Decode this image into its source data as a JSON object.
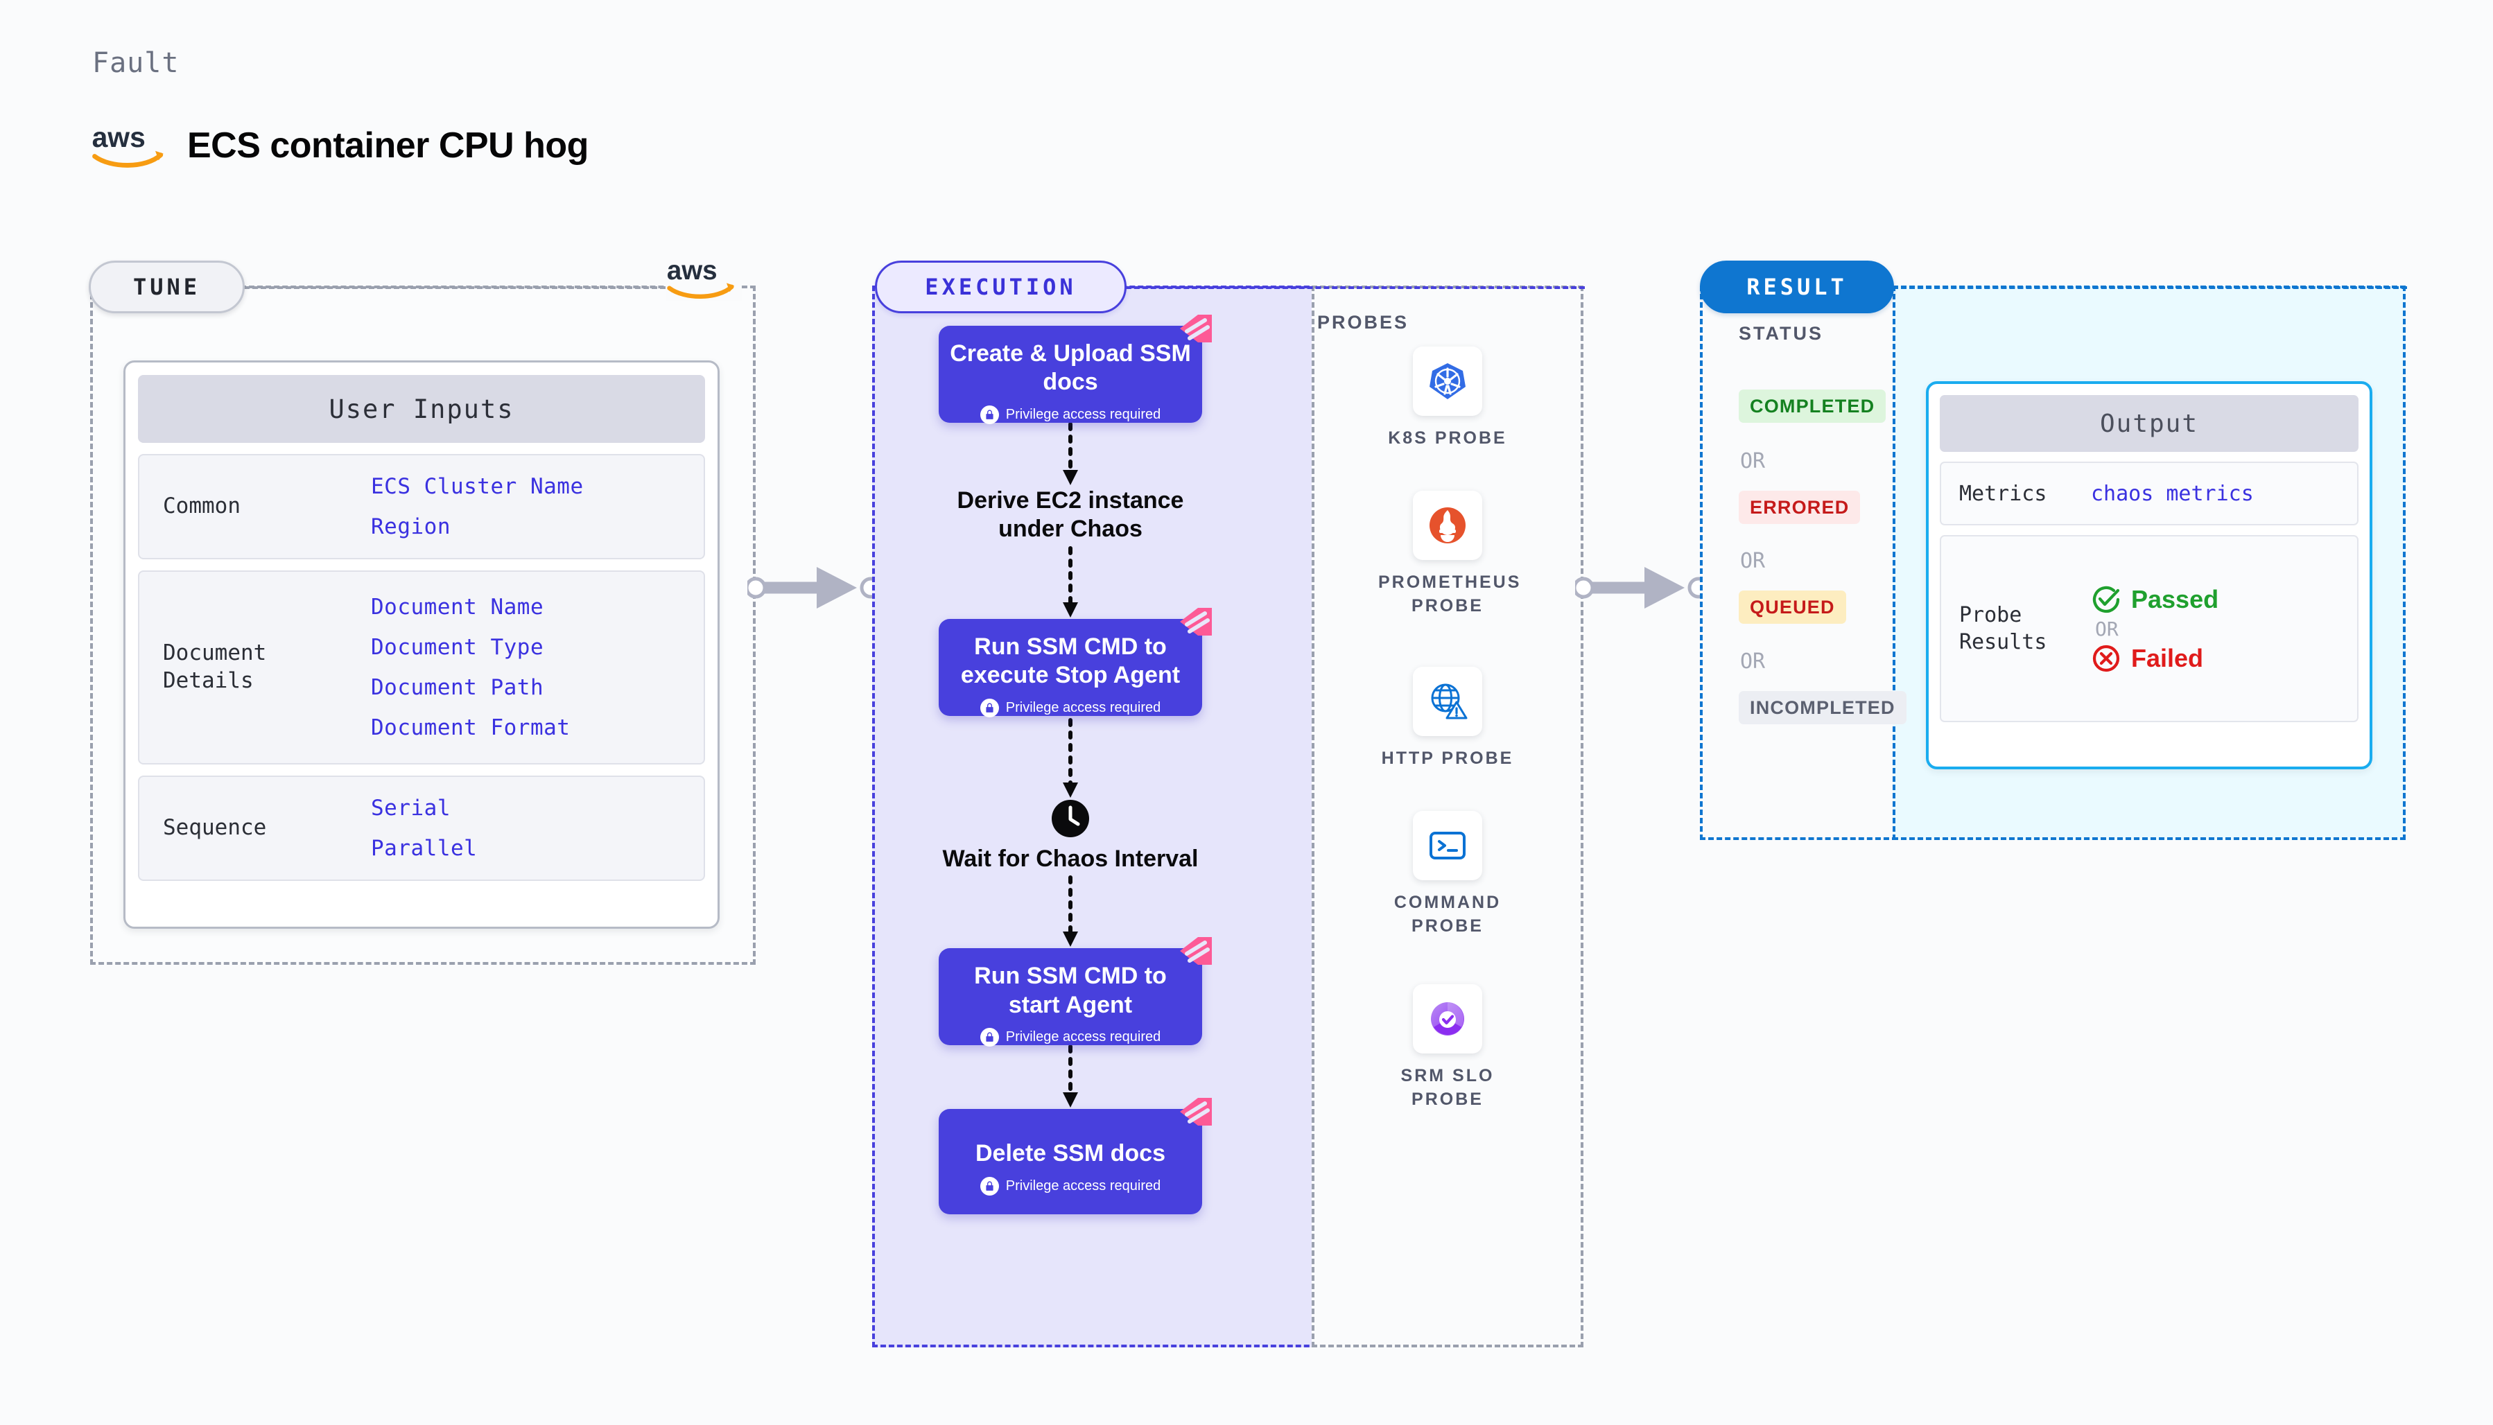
{
  "header": {
    "kicker": "Fault",
    "title": "ECS container CPU hog",
    "brand_icon": "aws-logo"
  },
  "tune": {
    "tag": "TUNE",
    "brand_icon": "aws-logo",
    "card_title": "User Inputs",
    "groups": [
      {
        "label": "Common",
        "values": [
          "ECS Cluster Name",
          "Region"
        ]
      },
      {
        "label": "Document\nDetails",
        "values": [
          "Document Name",
          "Document Type",
          "Document Path",
          "Document Format"
        ]
      },
      {
        "label": "Sequence",
        "values": [
          "Serial",
          "Parallel"
        ]
      }
    ]
  },
  "execution": {
    "tag": "EXECUTION",
    "privilege_note": "Privilege access required",
    "steps": [
      {
        "kind": "node",
        "title": "Create & Upload SSM docs",
        "privileged": true,
        "icon": "litmus-flag-icon"
      },
      {
        "kind": "plain",
        "title": "Derive EC2 instance under Chaos",
        "privileged": false,
        "icon": null
      },
      {
        "kind": "node",
        "title": "Run SSM CMD to execute Stop Agent",
        "privileged": true,
        "icon": "litmus-flag-icon"
      },
      {
        "kind": "plain",
        "title": "Wait for Chaos Interval",
        "privileged": false,
        "icon": "clock-icon"
      },
      {
        "kind": "node",
        "title": "Run SSM CMD to start Agent",
        "privileged": true,
        "icon": "litmus-flag-icon"
      },
      {
        "kind": "node",
        "title": "Delete SSM docs",
        "privileged": true,
        "icon": "litmus-flag-icon"
      }
    ]
  },
  "probes": {
    "label": "PROBES",
    "items": [
      {
        "caption": "K8S PROBE",
        "icon": "kubernetes-icon"
      },
      {
        "caption": "PROMETHEUS PROBE",
        "icon": "prometheus-icon"
      },
      {
        "caption": "HTTP PROBE",
        "icon": "http-globe-icon"
      },
      {
        "caption": "COMMAND PROBE",
        "icon": "terminal-icon"
      },
      {
        "caption": "SRM SLO PROBE",
        "icon": "srm-slo-icon"
      }
    ]
  },
  "result": {
    "tag": "RESULT",
    "status_label": "STATUS",
    "or_label": "OR",
    "statuses": [
      {
        "label": "COMPLETED",
        "color": "#148120",
        "bg": "#ddf5dd"
      },
      {
        "label": "ERRORED",
        "color": "#c51a1a",
        "bg": "#fde9e9"
      },
      {
        "label": "QUEUED",
        "color": "#c51a1a",
        "bg": "#fdedc0"
      },
      {
        "label": "INCOMPLETED",
        "color": "#5b6070",
        "bg": "#eceef3"
      }
    ]
  },
  "output": {
    "card_title": "Output",
    "metrics_label": "Metrics",
    "metrics_value": "chaos metrics",
    "probe_results_label": "Probe\nResults",
    "passed_label": "Passed",
    "failed_label": "Failed",
    "or_label": "OR"
  },
  "colors": {
    "node_purple": "#4840dd",
    "exec_bg": "#e6e5fb",
    "result_blue": "#0f76d0",
    "output_border": "#1aacef",
    "litmus_pink": "#fd5a96",
    "link_blue": "#3a31e0",
    "pass_green": "#1fa02e",
    "fail_red": "#e01b1b",
    "aws_orange": "#f79c12"
  }
}
